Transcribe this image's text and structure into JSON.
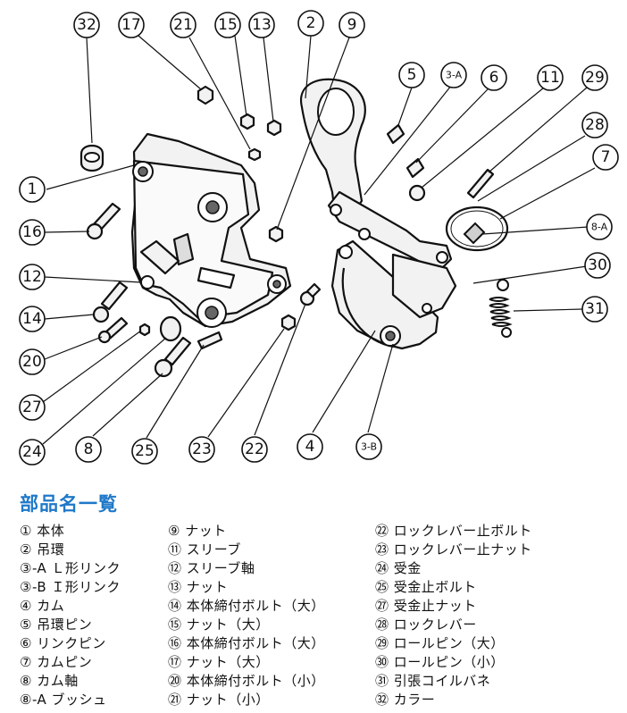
{
  "callouts": [
    {
      "id": "c32",
      "label": "32"
    },
    {
      "id": "c17",
      "label": "17"
    },
    {
      "id": "c21",
      "label": "21"
    },
    {
      "id": "c15",
      "label": "15"
    },
    {
      "id": "c13",
      "label": "13"
    },
    {
      "id": "c2",
      "label": "2"
    },
    {
      "id": "c9",
      "label": "9"
    },
    {
      "id": "c5",
      "label": "5"
    },
    {
      "id": "c3a",
      "label": "3-A"
    },
    {
      "id": "c6",
      "label": "6"
    },
    {
      "id": "c11",
      "label": "11"
    },
    {
      "id": "c29",
      "label": "29"
    },
    {
      "id": "c28",
      "label": "28"
    },
    {
      "id": "c7",
      "label": "7"
    },
    {
      "id": "c8a",
      "label": "8-A"
    },
    {
      "id": "c30",
      "label": "30"
    },
    {
      "id": "c31",
      "label": "31"
    },
    {
      "id": "c1",
      "label": "1"
    },
    {
      "id": "c16",
      "label": "16"
    },
    {
      "id": "c12",
      "label": "12"
    },
    {
      "id": "c14",
      "label": "14"
    },
    {
      "id": "c20",
      "label": "20"
    },
    {
      "id": "c27",
      "label": "27"
    },
    {
      "id": "c24",
      "label": "24"
    },
    {
      "id": "c8",
      "label": "8"
    },
    {
      "id": "c25",
      "label": "25"
    },
    {
      "id": "c23",
      "label": "23"
    },
    {
      "id": "c22",
      "label": "22"
    },
    {
      "id": "c4",
      "label": "4"
    },
    {
      "id": "c3b",
      "label": "3-B"
    }
  ],
  "parts_list": {
    "title": "部品名一覧",
    "col1": [
      "① 本体",
      "② 吊環",
      "③-A Ｌ形リンク",
      "③-B Ｉ形リンク",
      "④ カム",
      "⑤ 吊環ピン",
      "⑥ リンクピン",
      "⑦ カムピン",
      "⑧ カム軸",
      "⑧-A ブッシュ"
    ],
    "col2": [
      "⑨ ナット",
      "⑪ スリーブ",
      "⑫ スリーブ軸",
      "⑬ ナット",
      "⑭ 本体締付ボルト（大）",
      "⑮ ナット（大）",
      "⑯ 本体締付ボルト（大）",
      "⑰ ナット（大）",
      "⑳ 本体締付ボルト（小）",
      "㉑ ナット（小）"
    ],
    "col3": [
      "㉒ ロックレバー止ボルト",
      "㉓ ロックレバー止ナット",
      "㉔ 受金",
      "㉕ 受金止ボルト",
      "㉗ 受金止ナット",
      "㉘ ロックレバー",
      "㉙ ロールピン（大）",
      "㉚ ロールピン（小）",
      "㉛ 引張コイルバネ",
      "㉜ カラー"
    ]
  }
}
